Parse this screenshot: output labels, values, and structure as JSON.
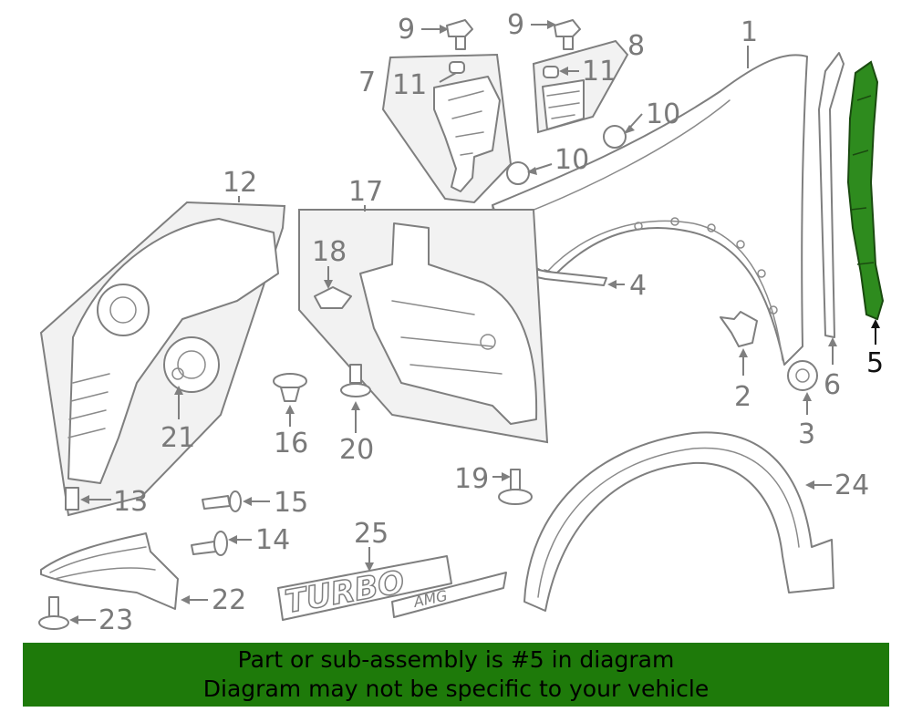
{
  "callouts": {
    "c1": "1",
    "c2": "2",
    "c3": "3",
    "c4": "4",
    "c5": "5",
    "c6": "6",
    "c7": "7",
    "c8": "8",
    "c9a": "9",
    "c9b": "9",
    "c10a": "10",
    "c10b": "10",
    "c11a": "11",
    "c11b": "11",
    "c12": "12",
    "c13": "13",
    "c14": "14",
    "c15": "15",
    "c16": "16",
    "c17": "17",
    "c18": "18",
    "c19": "19",
    "c20": "20",
    "c21": "21",
    "c22": "22",
    "c23": "23",
    "c24": "24",
    "c25": "25"
  },
  "emblem": {
    "turbo": "TURBO",
    "amg": "AMG"
  },
  "highlight": {
    "part": "5",
    "color": "#2e8b1e"
  },
  "banner": {
    "line1": "Part or sub-assembly is #5 in diagram",
    "line2": "Diagram may not be specific to your vehicle",
    "color": "#1e7a0a"
  }
}
